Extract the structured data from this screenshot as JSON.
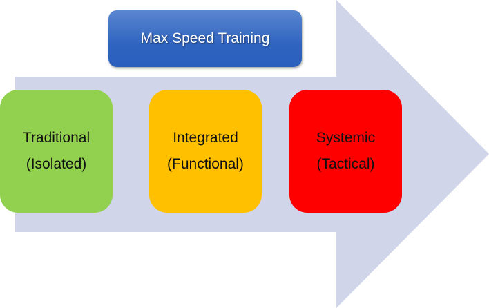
{
  "title": "Max Speed Training",
  "stages": [
    {
      "line1": "Traditional",
      "line2": "(Isolated)",
      "color": "#92d050"
    },
    {
      "line1": "Integrated",
      "line2": "(Functional)",
      "color": "#ffc000"
    },
    {
      "line1": "Systemic",
      "line2": "(Tactical)",
      "color": "#ff0000"
    }
  ],
  "arrow_color": "#d0d5ea"
}
